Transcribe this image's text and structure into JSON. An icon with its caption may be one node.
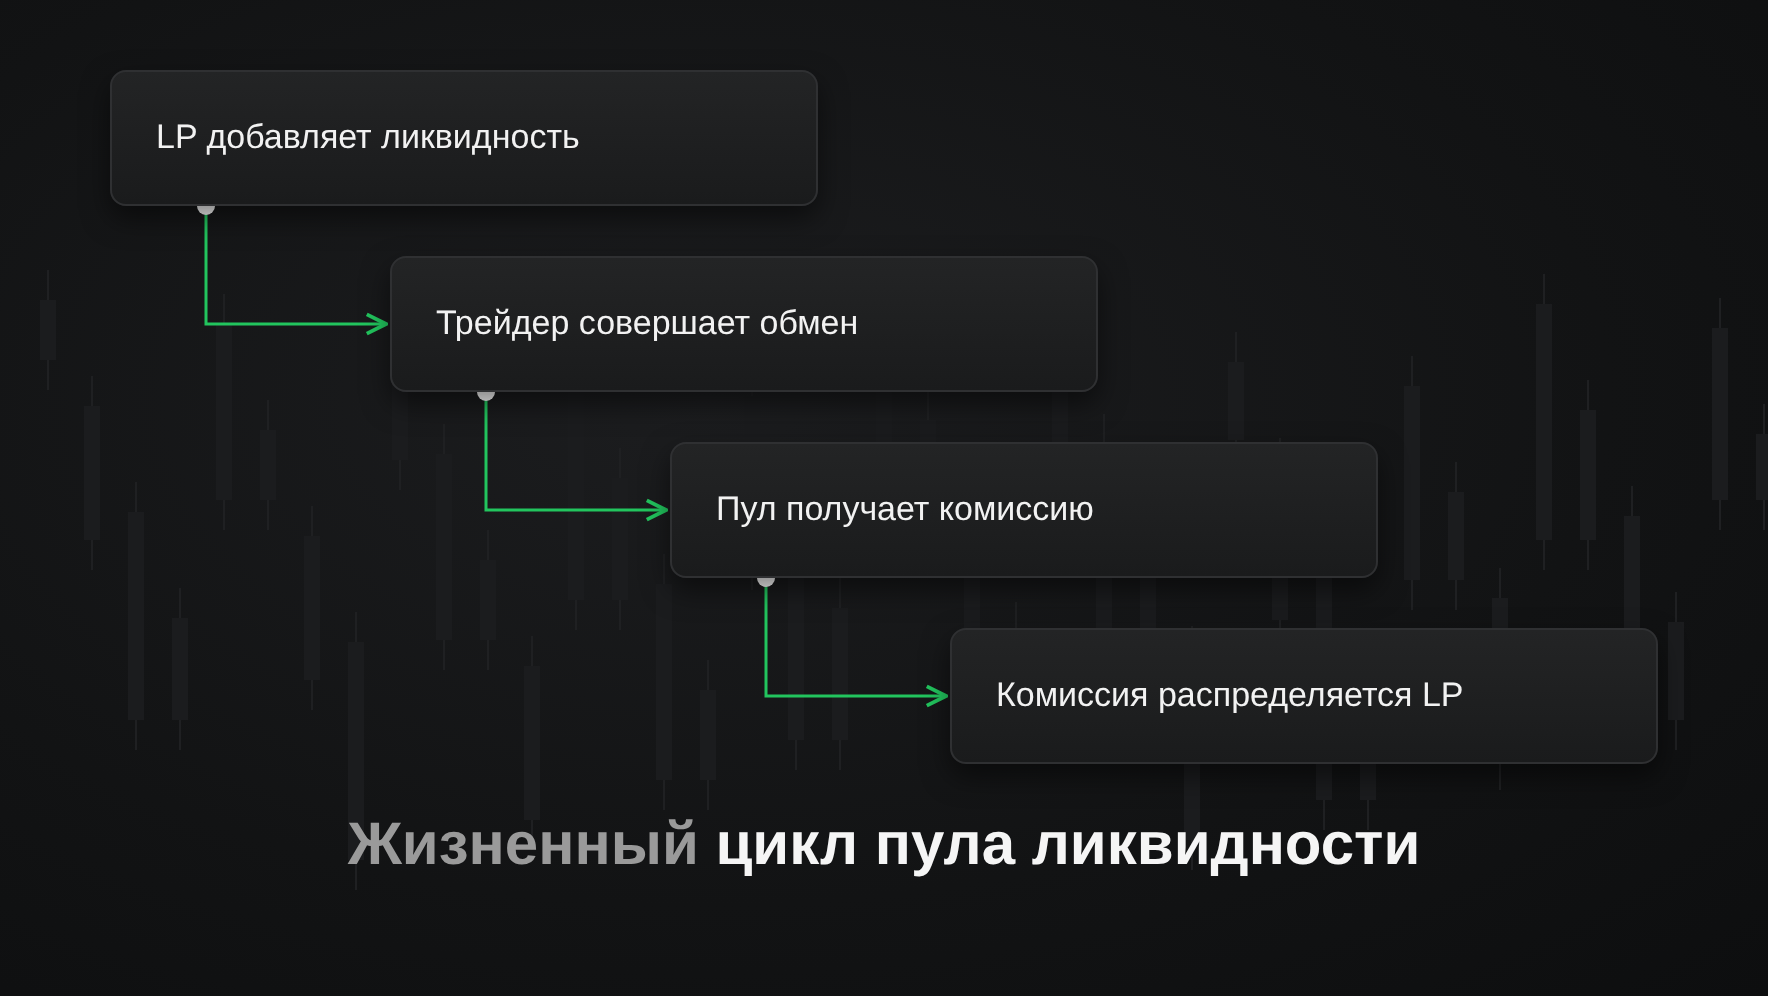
{
  "diagram": {
    "title": "**Жизненный** цикл пула ликвидности",
    "nodes": [
      {
        "text": [
          "LP добавляет ликвидность"
        ]
      },
      {
        "text": [
          "Трейдер совершает обмен"
        ]
      },
      {
        "text": [
          "Пул получает комиссию"
        ]
      },
      {
        "text": [
          "Комиссия распределяется LP"
        ]
      }
    ],
    "edges": [
      {
        "from": 0,
        "to": 1,
        "arrow": "to",
        "color": "#22c55e"
      },
      {
        "from": 1,
        "to": 2,
        "arrow": "to",
        "color": "#22c55e"
      },
      {
        "from": 2,
        "to": 3,
        "arrow": "to",
        "color": "#22c55e"
      }
    ]
  }
}
